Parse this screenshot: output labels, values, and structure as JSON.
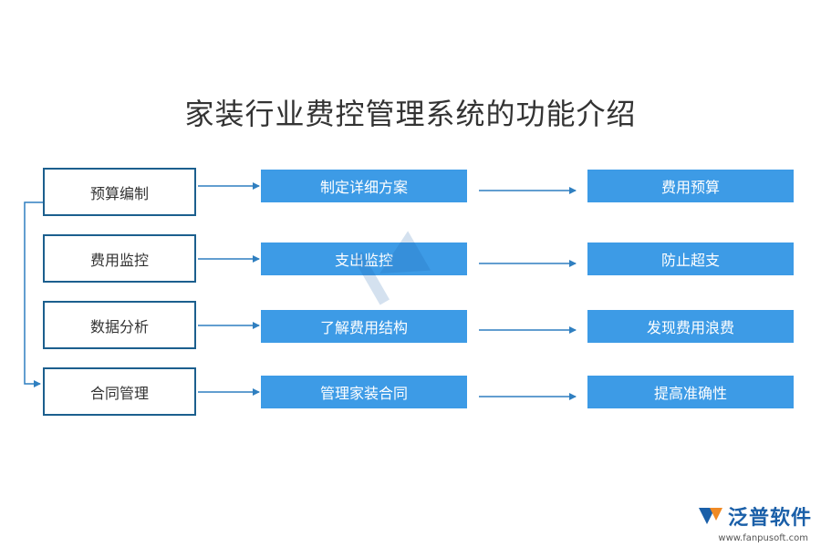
{
  "title": "家装行业费控管理系统的功能介绍",
  "rows": [
    {
      "category": "预算编制",
      "action": "制定详细方案",
      "result": "费用预算"
    },
    {
      "category": "费用监控",
      "action": "支出监控",
      "result": "防止超支"
    },
    {
      "category": "数据分析",
      "action": "了解费用结构",
      "result": "发现费用浪费"
    },
    {
      "category": "合同管理",
      "action": "管理家装合同",
      "result": "提高准确性"
    }
  ],
  "colors": {
    "box_fill": "#3d9be6",
    "border": "#1c5f8e",
    "arrow": "#2f7fc0"
  },
  "brand": {
    "name": "泛普软件",
    "url": "www.fanpusoft.com"
  }
}
